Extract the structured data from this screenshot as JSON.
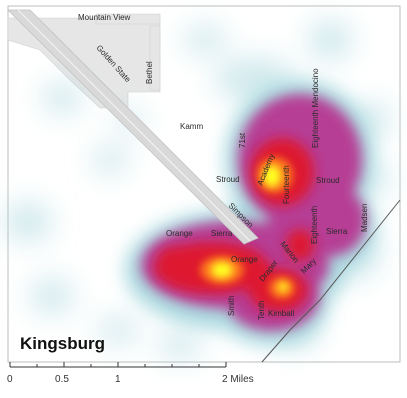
{
  "city_label": "Kingsburg",
  "street_labels": {
    "mountain_view": "Mountain View",
    "golden_state": "Golden State",
    "bethel": "Bethel",
    "kamm": "Kamm",
    "seventy_first": "71st",
    "eighteenth_mendocino": "Eighteenth Mendocino",
    "stroud_west": "Stroud",
    "stroud_east": "Stroud",
    "academy": "Academy",
    "fourteenth": "Fourteenth",
    "simpson": "Simpson",
    "eighteenth": "Eighteenth",
    "sierra_west": "Sierra",
    "sierra_east": "Sierra",
    "madsen": "Madsen",
    "orange_west": "Orange",
    "orange_east": "Orange",
    "marion": "Marion",
    "draper": "Draper",
    "mary": "Mary",
    "smith": "Smith",
    "tenth": "Tenth",
    "kimball": "Kimball"
  },
  "scale_bar": {
    "ticks": [
      "0",
      "0.5",
      "1",
      "2 Miles"
    ]
  },
  "colors": {
    "heat_low": "#a9d7dd",
    "heat_mid": "#b8308f",
    "heat_high": "#e0122b",
    "heat_peak": "#ffff20",
    "road": "#d9d9d9",
    "urban": "#e6e6e6"
  }
}
